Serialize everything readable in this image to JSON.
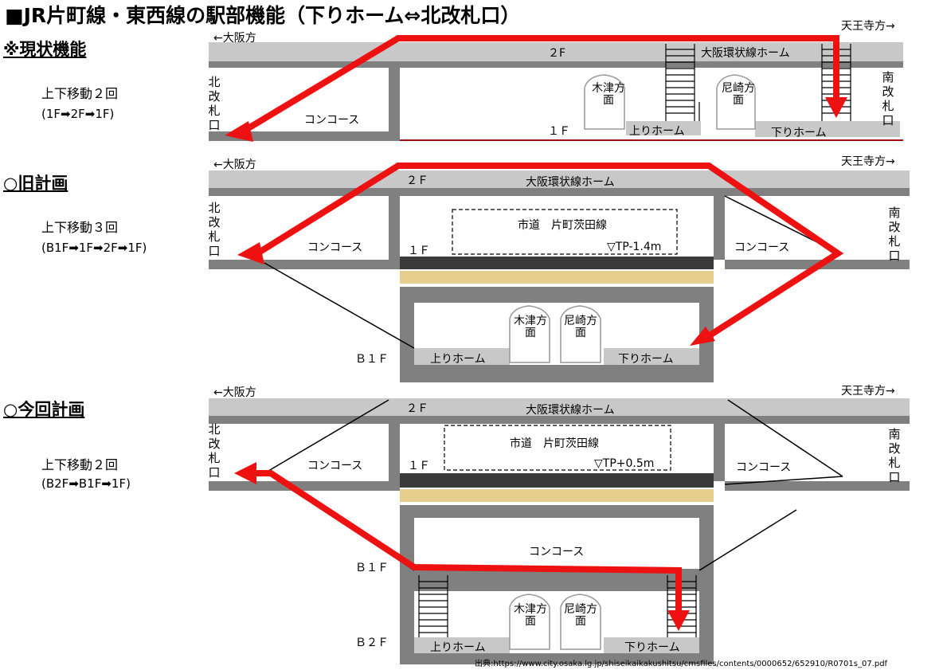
{
  "title": "■JR片町線・東西線の駅部機能（下りホーム⇔北改札口）",
  "sections": [
    {
      "heading": "※現状機能",
      "moves": "上下移動２回",
      "route": "(1F➡2F➡1F)"
    },
    {
      "heading": "○旧計画",
      "moves": "上下移動３回",
      "route": "(B1F➡1F➡2F➡1F)"
    },
    {
      "heading": "○今回計画",
      "moves": "上下移動２回",
      "route": "(B2F➡B1F➡1F)"
    }
  ],
  "labels": {
    "to_osaka": "←大阪方",
    "to_tennoji": "天王寺方→",
    "north_gate": "北改札口",
    "south_gate": "南改札口",
    "concourse": "コンコース",
    "loop_platform": "大阪環状線ホーム",
    "up_platform": "上りホーム",
    "down_platform": "下りホーム",
    "kizu": "木津方面",
    "amagasaki": "尼崎方面",
    "road": "市道　片町茨田線",
    "tp_old": "▽TP-1.4m",
    "tp_new": "▽TP+0.5m",
    "f2": "２F",
    "f2b": "２Ｆ",
    "f1": "１Ｆ",
    "b1f": "Ｂ１Ｆ",
    "b2f": "Ｂ２Ｆ"
  },
  "source": "出典:https://www.city.osaka.lg.jp/shiseikaikakushitsu/cmsfiles/contents/0000652/652910/R0701s_07.pdf",
  "colors": {
    "arrow": "#ee1111",
    "slab": "#808080",
    "platform": "#c8c8c8",
    "tan": "#e6cf8e",
    "dark": "#3a3a3a"
  }
}
